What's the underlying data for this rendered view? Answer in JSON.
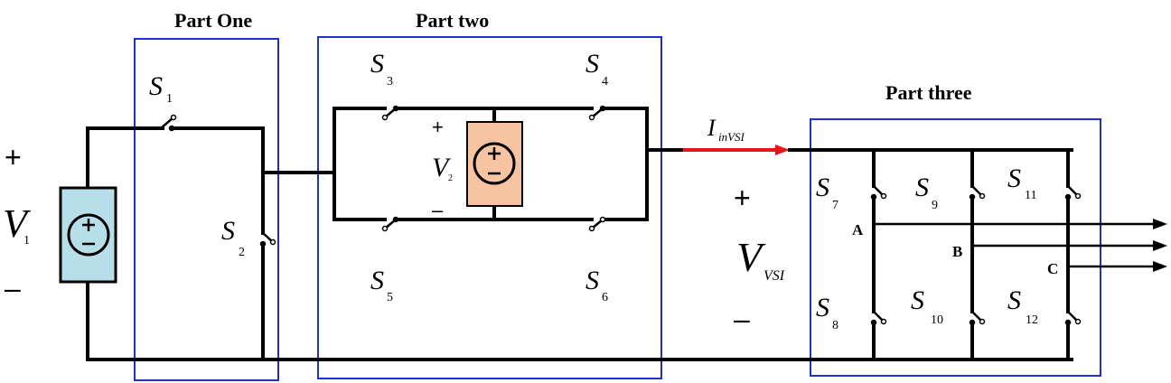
{
  "parts": {
    "one": "Part One",
    "two": "Part two",
    "three": "Part three"
  },
  "switches": {
    "s1": {
      "main": "S",
      "sub": "1"
    },
    "s2": {
      "main": "S",
      "sub": "2"
    },
    "s3": {
      "main": "S",
      "sub": "3"
    },
    "s4": {
      "main": "S",
      "sub": "4"
    },
    "s5": {
      "main": "S",
      "sub": "5"
    },
    "s6": {
      "main": "S",
      "sub": "6"
    },
    "s7": {
      "main": "S",
      "sub": "7"
    },
    "s8": {
      "main": "S",
      "sub": "8"
    },
    "s9": {
      "main": "S",
      "sub": "9"
    },
    "s10": {
      "main": "S",
      "sub": "10"
    },
    "s11": {
      "main": "S",
      "sub": "11"
    },
    "s12": {
      "main": "S",
      "sub": "12"
    }
  },
  "sources": {
    "v1": {
      "main": "V",
      "sub": "1",
      "plus": "+",
      "minus": "–"
    },
    "v2": {
      "main": "V",
      "sub": "2",
      "plus": "+",
      "minus": "–"
    }
  },
  "vsi": {
    "main": "V",
    "sub": "VSI",
    "plus": "+",
    "minus": "–"
  },
  "current": {
    "main": "I",
    "sub": "inVSI"
  },
  "phases": {
    "a": "A",
    "b": "B",
    "c": "C"
  },
  "colors": {
    "box": "#1f2fc8",
    "v1_fill": "#b7dfe9",
    "v2_fill": "#f7c4a2",
    "current_arrow": "#e01818"
  }
}
